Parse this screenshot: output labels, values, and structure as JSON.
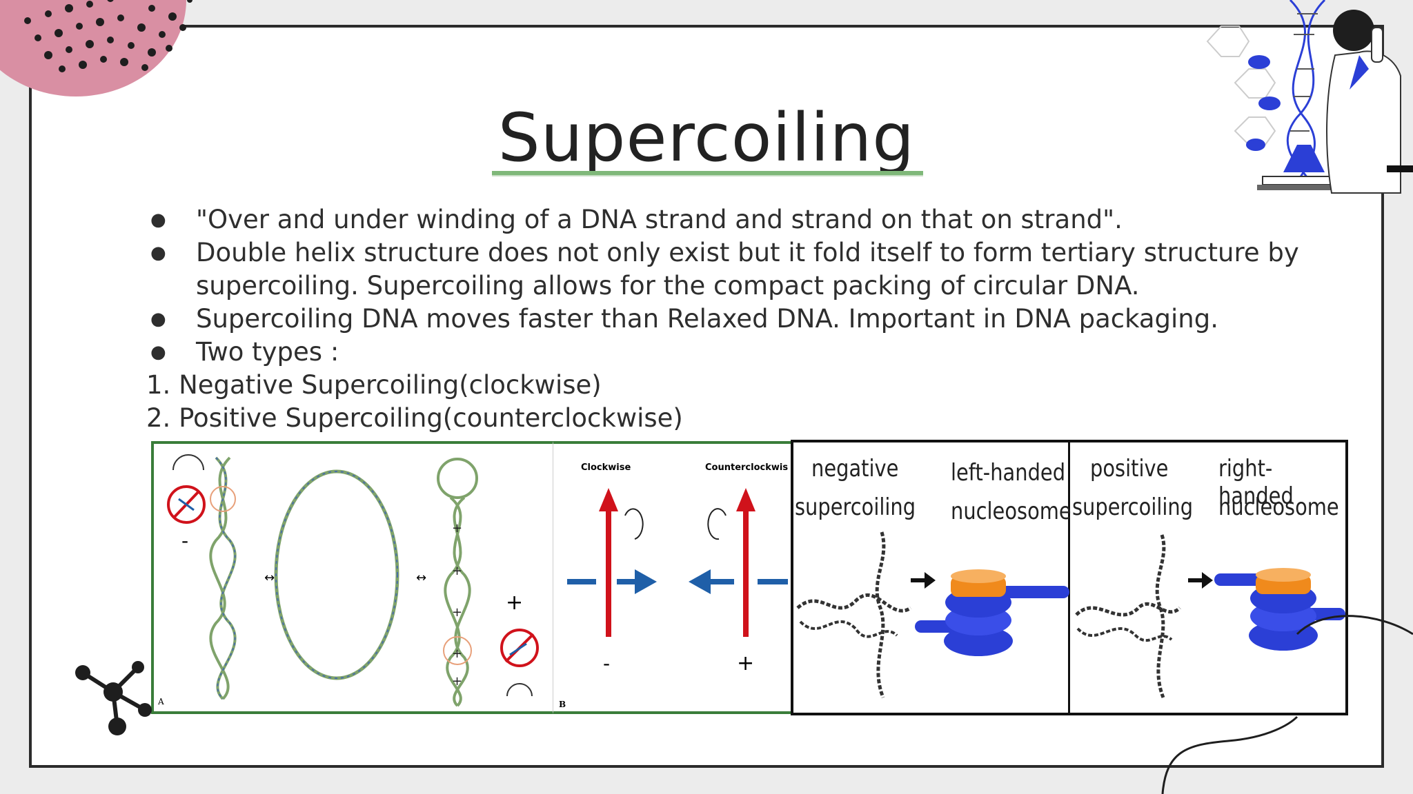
{
  "slide": {
    "title": "Supercoiling",
    "bullets": [
      "\"Over and under winding of a DNA strand and strand on that on strand\".",
      "Double helix structure does not only exist but it fold itself to form tertiary structure by supercoiling. Supercoiling allows for the compact packing of circular DNA.",
      " Supercoiling DNA moves faster than Relaxed DNA. Important in DNA packaging.",
      "Two types :"
    ],
    "numbered": [
      "1. Negative Supercoiling(clockwise)",
      "2. Positive Supercoiling(counterclockwise)"
    ],
    "bullet_glyph": "●"
  },
  "figure": {
    "panel_a": {
      "letter": "A",
      "minus": "-",
      "plus": "+"
    },
    "panel_b": {
      "letter": "B",
      "clockwise": "Clockwise",
      "counterclockwise": "Counterclockwise",
      "minus": "-",
      "plus": "+"
    },
    "panel_c": {
      "neg_line1": "negative",
      "neg_line2": "supercoiling",
      "left_line1": "left-handed",
      "left_line2": "nucleosome",
      "pos_line1": "positive",
      "pos_line2": "supercoiling",
      "right_line1": "right-handed",
      "right_line2": "nucleosome"
    }
  },
  "colors": {
    "accent_green": "#7fb879",
    "frame_green": "#3a7d3a",
    "blob_pink": "#d98fa3",
    "arrow_red": "#d0121b",
    "arrow_blue": "#1f5fa8",
    "nucleosome_blue": "#2b3fd6",
    "nucleosome_orange": "#f08a1c"
  }
}
